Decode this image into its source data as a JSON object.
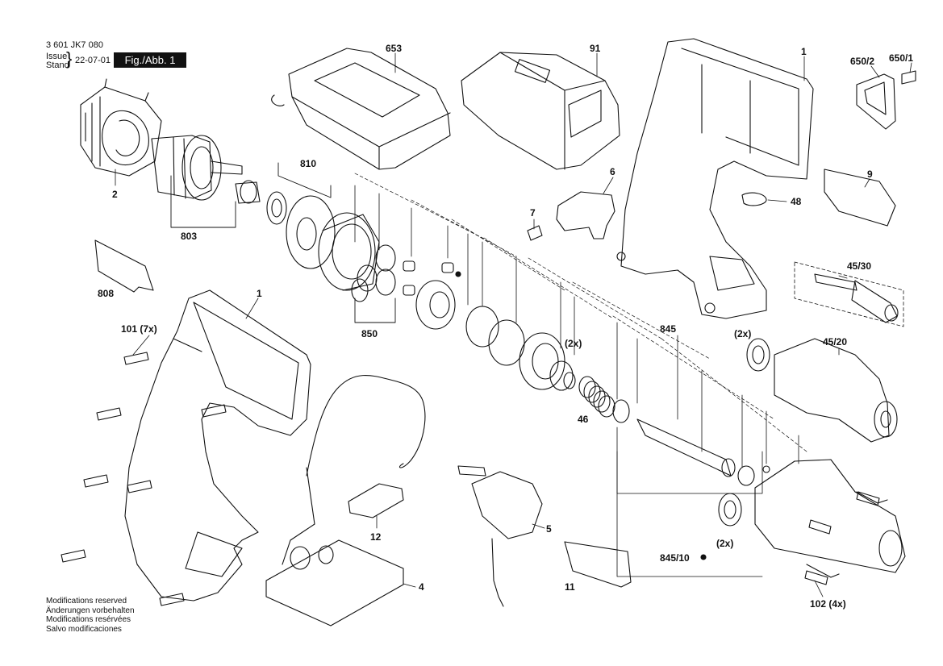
{
  "header": {
    "article_number": "3 601 JK7 080",
    "issue_label": "Issue",
    "stand_label": "Stand",
    "date": "22-07-01",
    "figure_label": "Fig./Abb. 1"
  },
  "notes": [
    "Modifications reserved",
    "Änderungen vorbehalten",
    "Modifications resérvées",
    "Salvo modificaciones"
  ],
  "parts": {
    "p653": "653",
    "p91": "91",
    "p1_top": "1",
    "p650_2": "650/2",
    "p650_1": "650/1",
    "p2": "2",
    "p810": "810",
    "p6": "6",
    "p9": "9",
    "p48": "48",
    "p7": "7",
    "p803": "803",
    "p808": "808",
    "p45_30": "45/30",
    "p1_bottom": "1",
    "p101": "101 (7x)",
    "p850": "850",
    "p845": "845",
    "p2x_a": "(2x)",
    "p2x_b": "(2x)",
    "p45_20": "45/20",
    "p46": "46",
    "p5": "5",
    "p12": "12",
    "p2x_c": "(2x)",
    "p845_10": "845/10",
    "p4": "4",
    "p11": "11",
    "p102": "102 (4x)"
  }
}
